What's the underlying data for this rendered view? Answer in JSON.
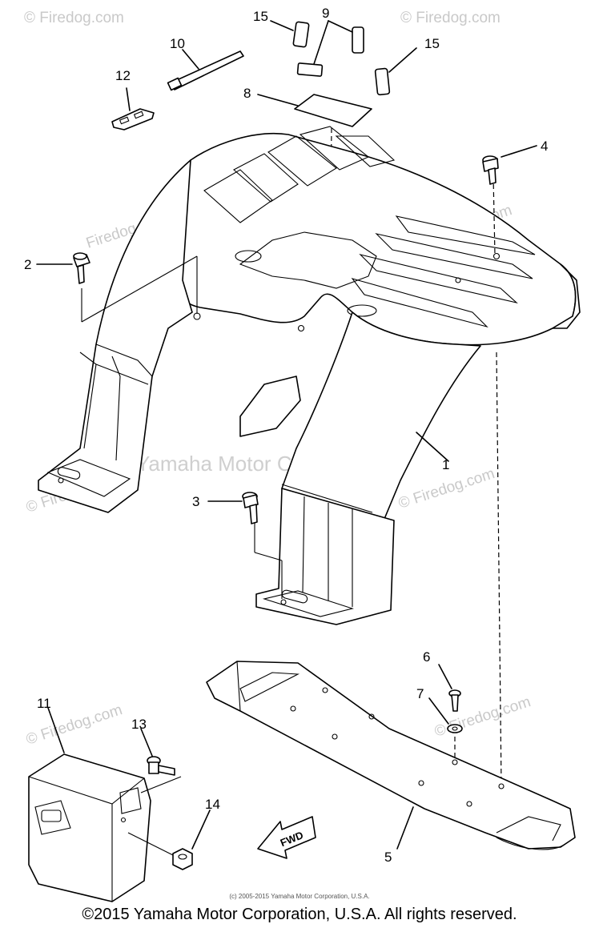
{
  "watermarks": {
    "site": "© Firedog.com",
    "site_short": "Firedog.com",
    "maker": "Yamaha Motor Corp, U.S.A."
  },
  "callouts": {
    "c1": "1",
    "c2": "2",
    "c3": "3",
    "c4": "4",
    "c5": "5",
    "c6": "6",
    "c7": "7",
    "c8": "8",
    "c9": "9",
    "c10": "10",
    "c11": "11",
    "c12": "12",
    "c13": "13",
    "c14": "14",
    "c15a": "15",
    "c15b": "15"
  },
  "fwd_label": "FWD",
  "small_copyright": "(c) 2005-2015 Yamaha Motor Corporation, U.S.A.",
  "footer_copyright": "©2015 Yamaha Motor Corporation, U.S.A. All rights reserved."
}
